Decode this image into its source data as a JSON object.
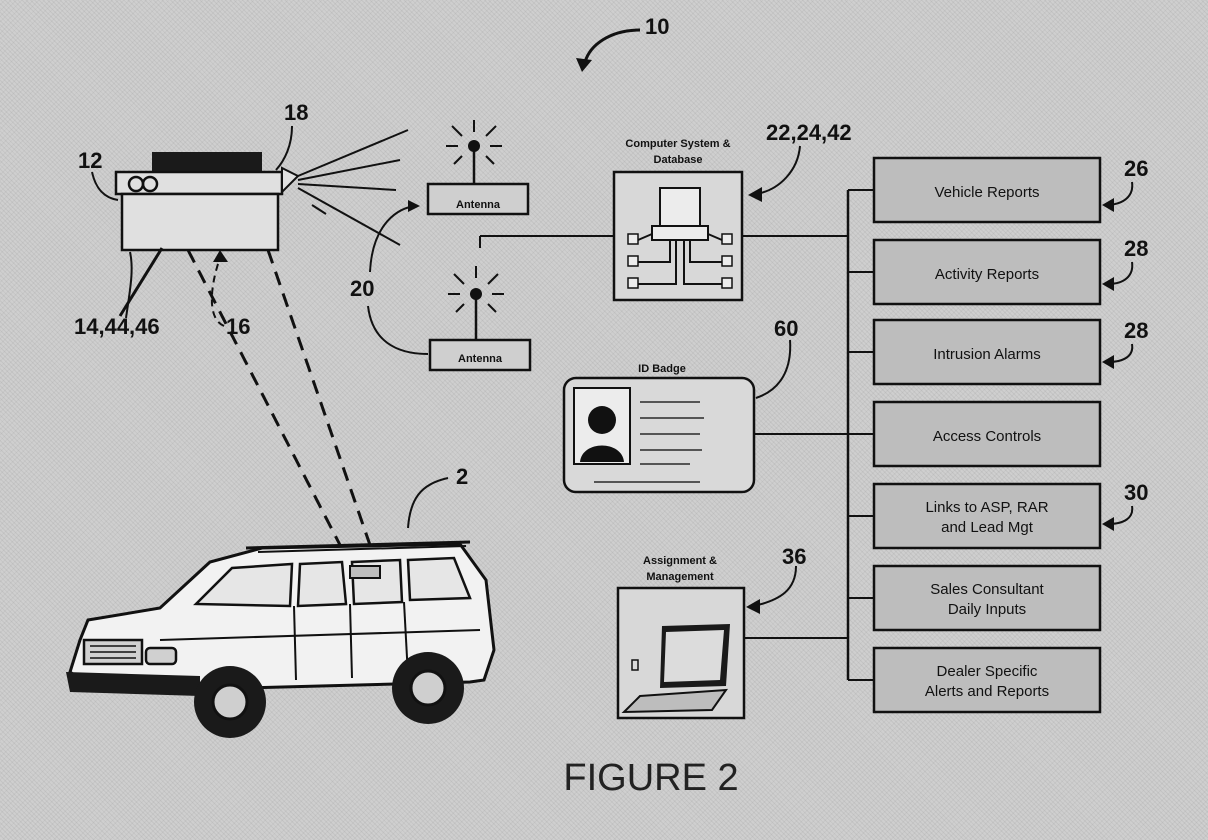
{
  "figure": {
    "ref_system": "10",
    "caption": "FIGURE 2"
  },
  "device": {
    "ref_main": "12",
    "ref_top": "18",
    "ref_bottom_left": "14,44,46",
    "ref_bottom_right": "16"
  },
  "antennas": {
    "ref": "20",
    "top_label": "Antenna",
    "bottom_label": "Antenna"
  },
  "computer": {
    "title_line1": "Computer System &",
    "title_line2": "Database",
    "ref": "22,24,42"
  },
  "id_badge": {
    "title": "ID Badge",
    "ref": "60"
  },
  "laptop": {
    "title_line1": "Assignment &",
    "title_line2": "Management",
    "ref": "36"
  },
  "vehicle": {
    "ref": "2"
  },
  "reports": [
    {
      "line1": "Vehicle Reports",
      "line2": "",
      "ref": "26"
    },
    {
      "line1": "Activity Reports",
      "line2": "",
      "ref": "28"
    },
    {
      "line1": "Intrusion Alarms",
      "line2": "",
      "ref": "28"
    },
    {
      "line1": "Access Controls",
      "line2": "",
      "ref": ""
    },
    {
      "line1": "Links to ASP, RAR",
      "line2": "and Lead Mgt",
      "ref": "30"
    },
    {
      "line1": "Sales Consultant",
      "line2": "Daily Inputs",
      "ref": ""
    },
    {
      "line1": "Dealer Specific",
      "line2": "Alerts and Reports",
      "ref": ""
    }
  ]
}
